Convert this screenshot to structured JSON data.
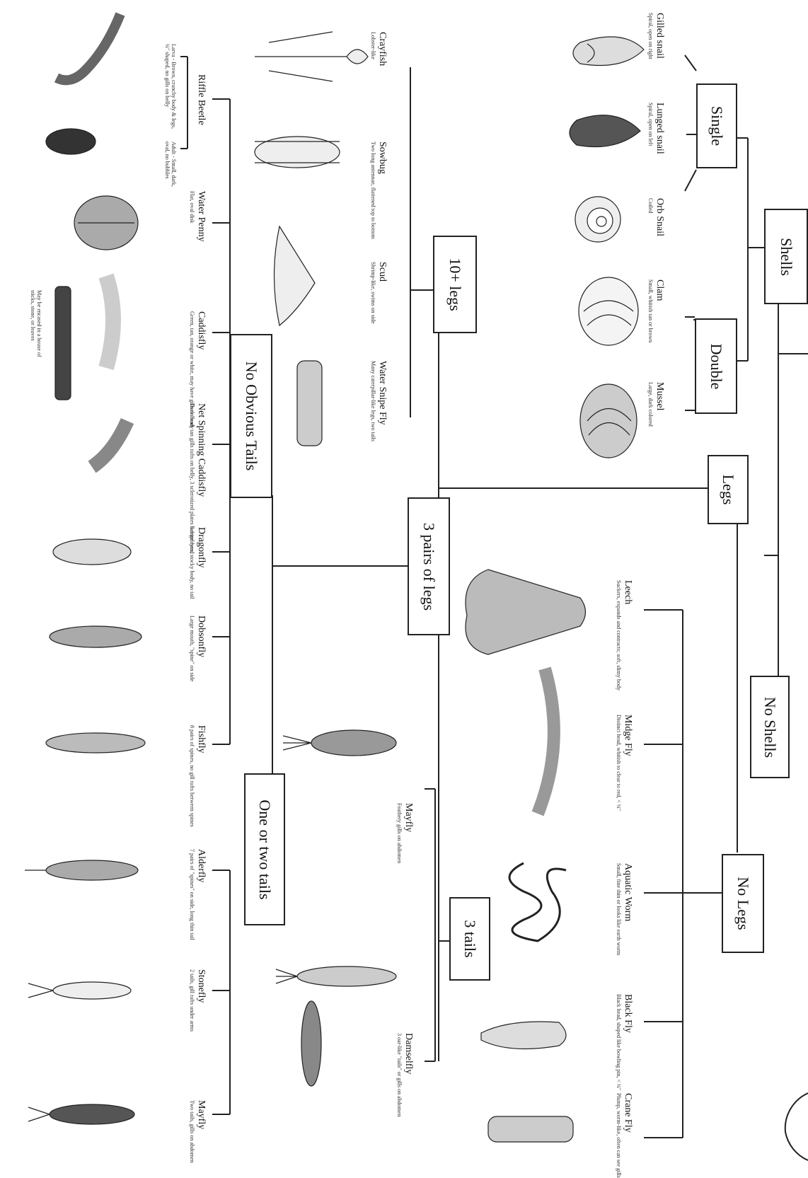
{
  "categories": {
    "shells": "Shells",
    "no_shells": "No Shells",
    "single": "Single",
    "double": "Double",
    "legs": "Legs",
    "no_legs": "No Legs",
    "ten_legs": "10+ legs",
    "three_pairs": "3 pairs of legs",
    "three_tails": "3 tails",
    "no_obvious_tails": "No Obvious Tails",
    "one_or_two_tails": "One or two tails"
  },
  "snails": [
    {
      "name": "Gilled snail",
      "desc": "Spiral, open on right"
    },
    {
      "name": "Lunged snail",
      "desc": "Spiral, open on left"
    },
    {
      "name": "Orb Snail",
      "desc": "Coiled"
    }
  ],
  "bivalves": [
    {
      "name": "Clam",
      "desc": "Small, whitish tan or brown"
    },
    {
      "name": "Mussel",
      "desc": "Large, dark colored"
    }
  ],
  "no_legs_critters": [
    {
      "name": "Leech",
      "desc": "Suckers, expands and contracts; soft, slimy body"
    },
    {
      "name": "Midge Fly",
      "desc": "Distinct head, whitish to clear to red, < ¼\""
    },
    {
      "name": "Aquatic Worm",
      "desc": "Small, fine thin or looks like earth worm"
    },
    {
      "name": "Black Fly",
      "desc": "Black head, shaped like bowling pin, < ¼\""
    },
    {
      "name": "Crane Fly",
      "desc": "Plump, worm-like, often can see gills"
    }
  ],
  "ten_legs_critters": [
    {
      "name": "Crayfish",
      "desc": "Lobster-like"
    },
    {
      "name": "Sowbug",
      "desc": "Two long antennae, flattened top to bottom"
    },
    {
      "name": "Scud",
      "desc": "Shrimp-like, swims on side"
    },
    {
      "name": "Water Snipe Fly",
      "desc": "Many caterpillar-like legs, two tails"
    }
  ],
  "three_tails_critters": [
    {
      "name": "Mayfly",
      "desc": "Feathery gills on abdomen"
    },
    {
      "name": "Damselfly",
      "desc": "3 oar-like \"tails\" or gills on abdomen"
    }
  ],
  "no_tails_critters": [
    {
      "name": "Riffle Beetle",
      "desc": "Larva - Brown, crunchy body & legs, ¼\" shaped, no gills on belly"
    },
    {
      "name": "Water Penny",
      "desc": "Flat, oval disk"
    },
    {
      "name": "Caddisfly",
      "desc": "Green, tan, orange or white, may have gills on body"
    },
    {
      "name": "Net Spinning Caddisfly",
      "desc": "Dark head, tan gills tufts on belly, 3 sclerotized plates behind head"
    },
    {
      "name": "Dragonfly",
      "desc": "Large eyes, stocky body, no tail"
    },
    {
      "name": "Dobsonfly",
      "desc": "Large mouth, \"spine\" on side"
    },
    {
      "name": "Fishfly",
      "desc": "8 pairs of spines, no gill tufts between spines"
    }
  ],
  "riffle_adult": "Adult - Small, dark, oval, no bubbles",
  "caddis_case_note": "May be encased in a house of sticks, stone, or leaves",
  "tails_critters": [
    {
      "name": "Alderfly",
      "desc": "7 pairs of \"spines\" on side, long thin tail"
    },
    {
      "name": "Stonefly",
      "desc": "2 tails, gill tufts under arms"
    },
    {
      "name": "Mayfly",
      "desc": "Two tails, gills on abdomen"
    }
  ],
  "icon_names": [
    "snail-shell",
    "clam-shell",
    "worm",
    "larva",
    "crayfish",
    "beetle",
    "nymph"
  ]
}
